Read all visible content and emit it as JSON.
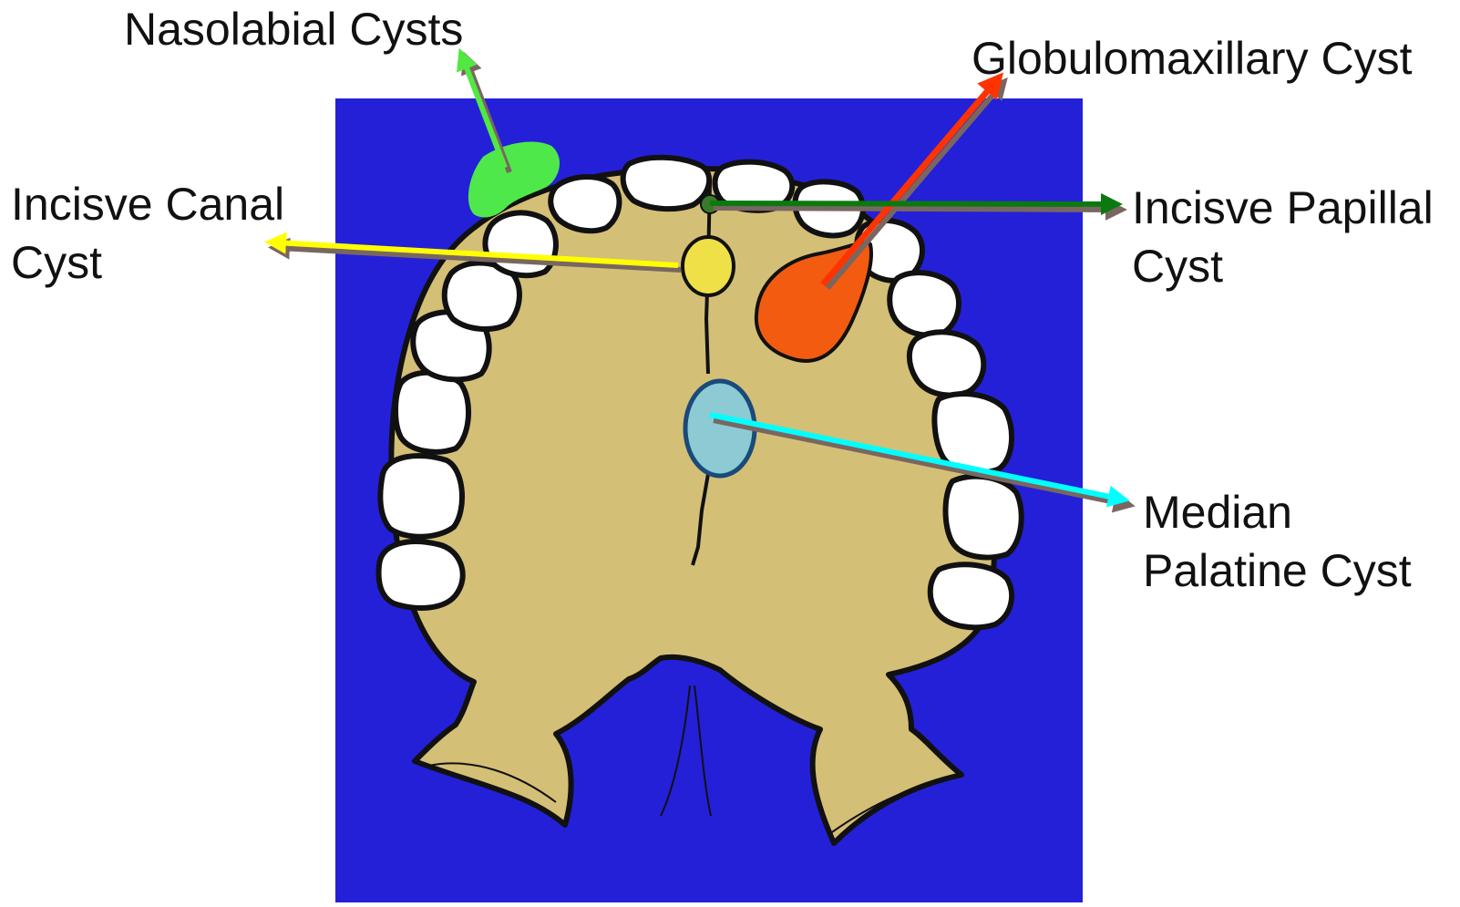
{
  "labels": {
    "nasolabial": "Nasolabial Cysts",
    "globulomaxillary": "Globulomaxillary Cyst",
    "incisive_canal_line1": "Incisve Canal",
    "incisive_canal_line2": "Cyst",
    "incisive_papilla_line1": "Incisve Papillal",
    "incisive_papilla_line2": "Cyst",
    "median_palatine_line1": "Median",
    "median_palatine_line2": "Palatine Cyst"
  },
  "colors": {
    "background": "#2420d8",
    "palate": "#d4bf76",
    "teeth": "#ffffff",
    "outline": "#111111",
    "nasolabial_cyst": "#4fe84a",
    "incisive_canal_cyst": "#f0e048",
    "globulomaxillary_cyst": "#f35b10",
    "median_palatine_cyst": "#8ccad4",
    "incisive_papilla_cyst": "#3a7a2a",
    "arrow_nasolabial": "#52e842",
    "arrow_globulomaxillary": "#ff3300",
    "arrow_incisive_canal": "#ffff00",
    "arrow_incisive_papilla": "#0a7a10",
    "arrow_median_palatine": "#00ffff",
    "arrow_shadow": "#7a6660"
  }
}
